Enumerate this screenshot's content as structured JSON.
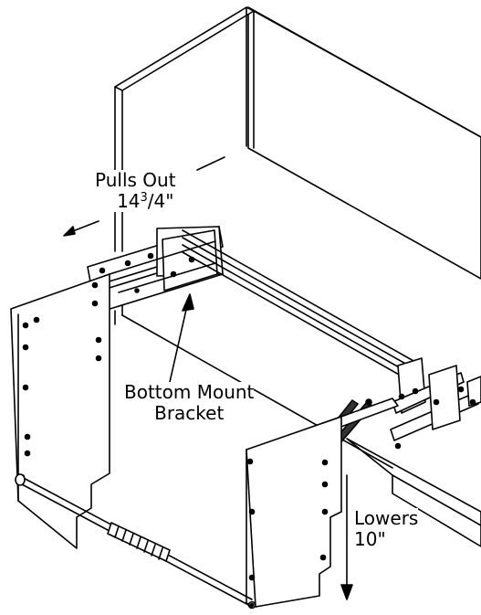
{
  "labels": {
    "pulls_out": "Pulls Out",
    "pulls_out_whole": "14",
    "pulls_out_num": "3",
    "pulls_out_den": "/4\"",
    "bracket_line1": "Bottom Mount",
    "bracket_line2": "Bracket",
    "lowers_line1": "Lowers",
    "lowers_line2": "10\""
  },
  "colors": {
    "line": "#000000",
    "fill": "#ffffff",
    "shade": "#555555"
  }
}
